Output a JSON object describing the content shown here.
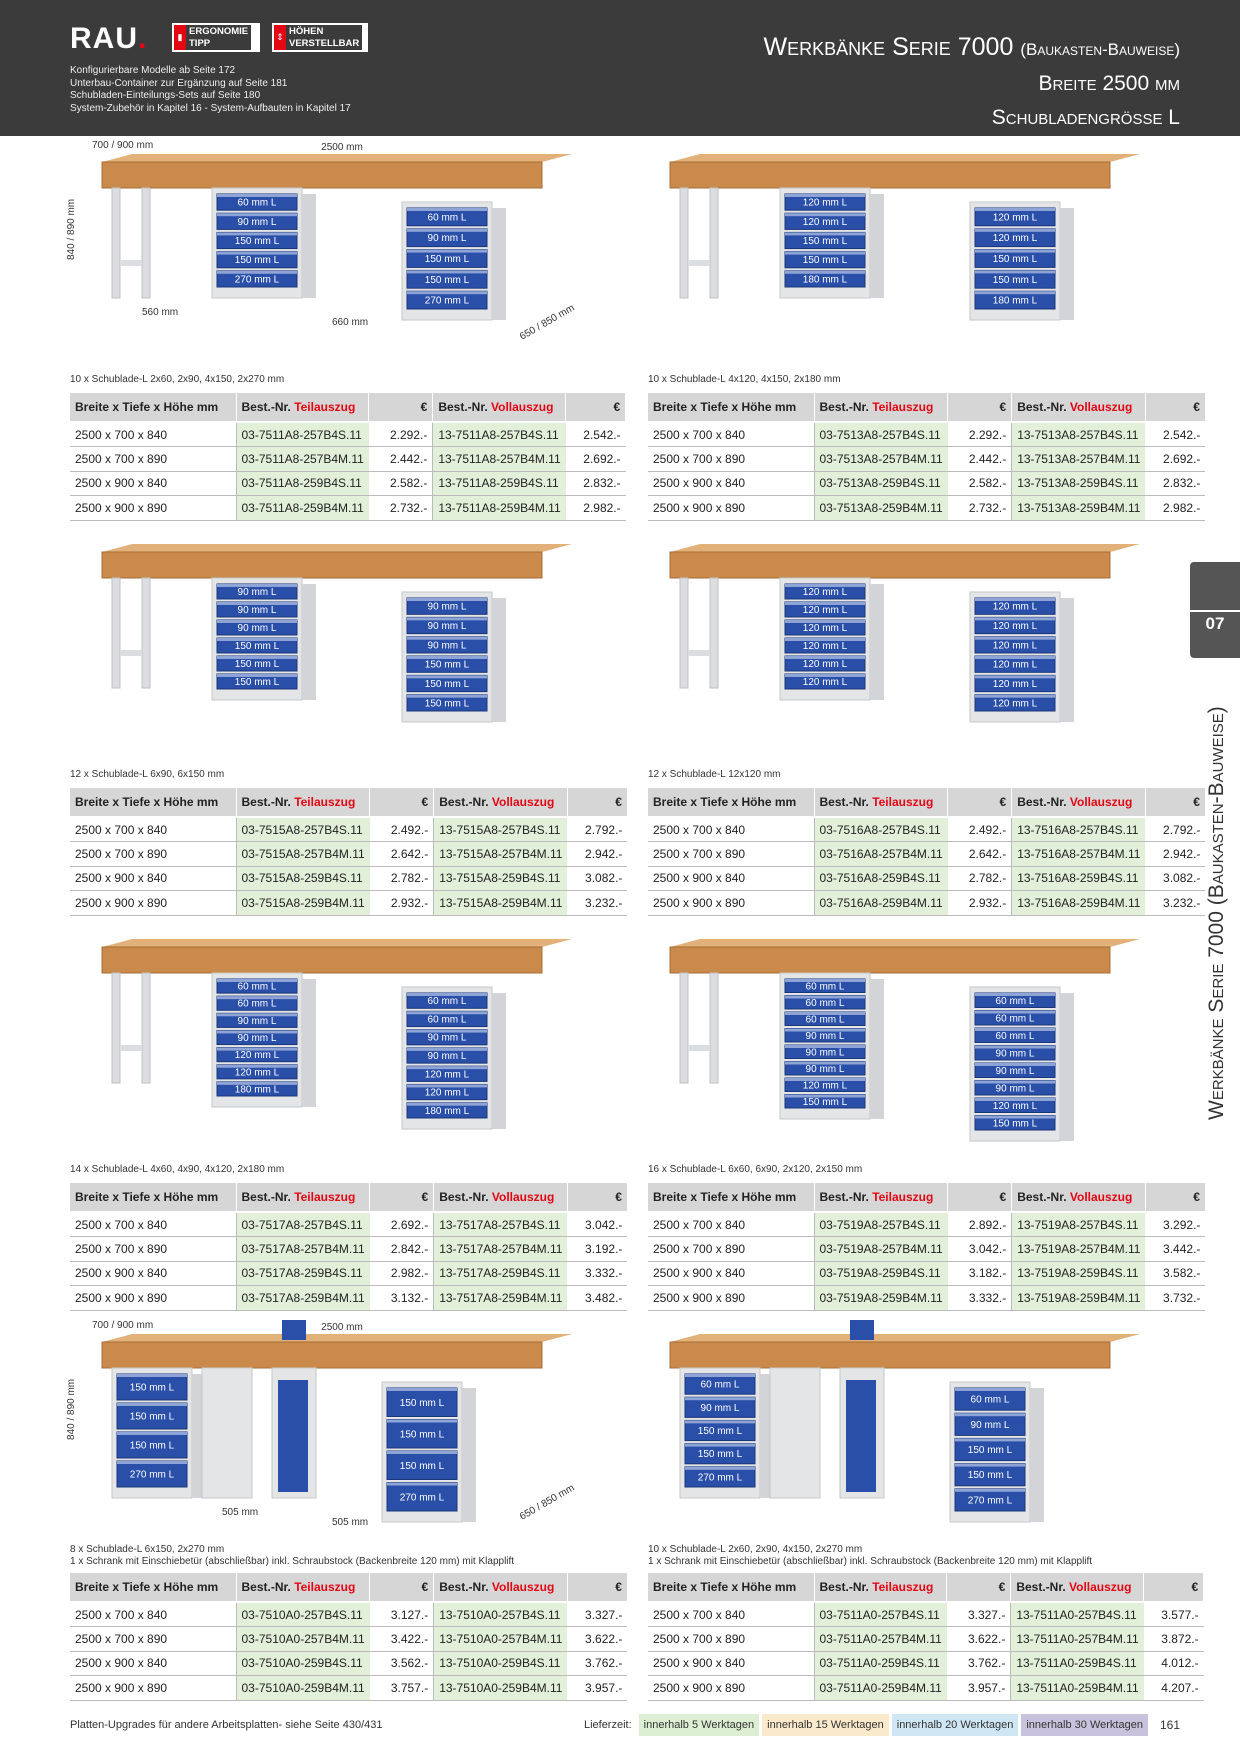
{
  "header": {
    "logo": "RAU",
    "badge1": [
      "ERGONOMIE",
      "TIPP"
    ],
    "badge2": [
      "HÖHEN",
      "VERSTELLBAR"
    ],
    "notes": [
      "Konfigurierbare Modelle ab Seite 172",
      "Unterbau-Container zur Ergänzung auf Seite 181",
      "Schubladen-Einteilungs-Sets auf Seite 180",
      "System-Zubehör in Kapitel 16 - System-Aufbauten in Kapitel 17"
    ],
    "title_main": "Werkbänke Serie 7000",
    "title_paren": "(Baukasten-Bauweise)",
    "title_line2": "Breite 2500 mm",
    "title_line3": "Schubladengrösse L"
  },
  "side": {
    "tab": "07",
    "vertical_title": "Werkbänke Serie 7000 (Baukasten-Bauweise)"
  },
  "columns": {
    "size": "Breite x Tiefe x Höhe mm",
    "best": "Best.-Nr.",
    "teil": "Teilauszug",
    "voll": "Vollauszug",
    "eur": "€"
  },
  "sizes": [
    "2500 x 700 x 840",
    "2500 x 700 x 890",
    "2500 x 900 x 840",
    "2500 x 900 x 890"
  ],
  "dimensions": {
    "w": "2500 mm",
    "d": "700 / 900 mm",
    "h": "840 / 890 mm",
    "leg": "560 mm",
    "gap": "660 mm",
    "depth": "650 / 850 mm",
    "gap2": "505 mm"
  },
  "products": [
    {
      "caption": [
        "10 x Schublade-L 2x60, 2x90, 4x150, 2x270 mm"
      ],
      "left": [
        [
          "60 mm L",
          "90 mm L",
          "150 mm L",
          "150 mm L",
          "270 mm L"
        ]
      ],
      "right": [
        [
          "60 mm L",
          "90 mm L",
          "150 mm L",
          "150 mm L",
          "270 mm L"
        ]
      ],
      "rows": [
        [
          "03-7511A8-257B4S.11",
          "2.292.-",
          "13-7511A8-257B4S.11",
          "2.542.-"
        ],
        [
          "03-7511A8-257B4M.11",
          "2.442.-",
          "13-7511A8-257B4M.11",
          "2.692.-"
        ],
        [
          "03-7511A8-259B4S.11",
          "2.582.-",
          "13-7511A8-259B4S.11",
          "2.832.-"
        ],
        [
          "03-7511A8-259B4M.11",
          "2.732.-",
          "13-7511A8-259B4M.11",
          "2.982.-"
        ]
      ]
    },
    {
      "caption": [
        "10 x Schublade-L 4x120, 4x150, 2x180 mm"
      ],
      "left": [
        [
          "120 mm L",
          "120 mm L",
          "150 mm L",
          "150 mm L",
          "180 mm L"
        ]
      ],
      "right": [
        [
          "120 mm L",
          "120 mm L",
          "150 mm L",
          "150 mm L",
          "180 mm L"
        ]
      ],
      "rows": [
        [
          "03-7513A8-257B4S.11",
          "2.292.-",
          "13-7513A8-257B4S.11",
          "2.542.-"
        ],
        [
          "03-7513A8-257B4M.11",
          "2.442.-",
          "13-7513A8-257B4M.11",
          "2.692.-"
        ],
        [
          "03-7513A8-259B4S.11",
          "2.582.-",
          "13-7513A8-259B4S.11",
          "2.832.-"
        ],
        [
          "03-7513A8-259B4M.11",
          "2.732.-",
          "13-7513A8-259B4M.11",
          "2.982.-"
        ]
      ]
    },
    {
      "caption": [
        "12 x Schublade-L 6x90, 6x150 mm"
      ],
      "left": [
        [
          "90 mm L",
          "90 mm L",
          "90 mm L",
          "150 mm L",
          "150 mm L",
          "150 mm L"
        ]
      ],
      "right": [
        [
          "90 mm L",
          "90 mm L",
          "90 mm L",
          "150 mm L",
          "150 mm L",
          "150 mm L"
        ]
      ],
      "rows": [
        [
          "03-7515A8-257B4S.11",
          "2.492.-",
          "13-7515A8-257B4S.11",
          "2.792.-"
        ],
        [
          "03-7515A8-257B4M.11",
          "2.642.-",
          "13-7515A8-257B4M.11",
          "2.942.-"
        ],
        [
          "03-7515A8-259B4S.11",
          "2.782.-",
          "13-7515A8-259B4S.11",
          "3.082.-"
        ],
        [
          "03-7515A8-259B4M.11",
          "2.932.-",
          "13-7515A8-259B4M.11",
          "3.232.-"
        ]
      ]
    },
    {
      "caption": [
        "12 x Schublade-L 12x120 mm"
      ],
      "left": [
        [
          "120 mm L",
          "120 mm L",
          "120 mm L",
          "120 mm L",
          "120 mm L",
          "120 mm L"
        ]
      ],
      "right": [
        [
          "120 mm L",
          "120 mm L",
          "120 mm L",
          "120 mm L",
          "120 mm L",
          "120 mm L"
        ]
      ],
      "rows": [
        [
          "03-7516A8-257B4S.11",
          "2.492.-",
          "13-7516A8-257B4S.11",
          "2.792.-"
        ],
        [
          "03-7516A8-257B4M.11",
          "2.642.-",
          "13-7516A8-257B4M.11",
          "2.942.-"
        ],
        [
          "03-7516A8-259B4S.11",
          "2.782.-",
          "13-7516A8-259B4S.11",
          "3.082.-"
        ],
        [
          "03-7516A8-259B4M.11",
          "2.932.-",
          "13-7516A8-259B4M.11",
          "3.232.-"
        ]
      ]
    },
    {
      "caption": [
        "14 x Schublade-L 4x60, 4x90, 4x120, 2x180 mm"
      ],
      "left": [
        [
          "60 mm L",
          "60 mm L",
          "90 mm L",
          "90 mm L",
          "120 mm L",
          "120 mm L",
          "180 mm L"
        ]
      ],
      "right": [
        [
          "60 mm L",
          "60 mm L",
          "90 mm L",
          "90 mm L",
          "120 mm L",
          "120 mm L",
          "180 mm L"
        ]
      ],
      "rows": [
        [
          "03-7517A8-257B4S.11",
          "2.692.-",
          "13-7517A8-257B4S.11",
          "3.042.-"
        ],
        [
          "03-7517A8-257B4M.11",
          "2.842.-",
          "13-7517A8-257B4M.11",
          "3.192.-"
        ],
        [
          "03-7517A8-259B4S.11",
          "2.982.-",
          "13-7517A8-259B4S.11",
          "3.332.-"
        ],
        [
          "03-7517A8-259B4M.11",
          "3.132.-",
          "13-7517A8-259B4M.11",
          "3.482.-"
        ]
      ]
    },
    {
      "caption": [
        "16 x Schublade-L 6x60, 6x90, 2x120, 2x150 mm"
      ],
      "left": [
        [
          "60 mm L",
          "60 mm L",
          "60 mm L",
          "90 mm L",
          "90 mm L",
          "90 mm L",
          "120 mm L",
          "150 mm L"
        ]
      ],
      "right": [
        [
          "60 mm L",
          "60 mm L",
          "60 mm L",
          "90 mm L",
          "90 mm L",
          "90 mm L",
          "120 mm L",
          "150 mm L"
        ]
      ],
      "rows": [
        [
          "03-7519A8-257B4S.11",
          "2.892.-",
          "13-7519A8-257B4S.11",
          "3.292.-"
        ],
        [
          "03-7519A8-257B4M.11",
          "3.042.-",
          "13-7519A8-257B4M.11",
          "3.442.-"
        ],
        [
          "03-7519A8-259B4S.11",
          "3.182.-",
          "13-7519A8-259B4S.11",
          "3.582.-"
        ],
        [
          "03-7519A8-259B4M.11",
          "3.332.-",
          "13-7519A8-259B4M.11",
          "3.732.-"
        ]
      ]
    },
    {
      "caption": [
        "8 x Schublade-L 6x150, 2x270 mm",
        "1 x Schrank mit Einschiebetür (abschließbar) inkl. Schraubstock (Backenbreite 120 mm) mit Klapplift"
      ],
      "left": [
        [
          "150 mm L",
          "150 mm L",
          "150 mm L",
          "270 mm L"
        ]
      ],
      "right": [
        [
          "150 mm L",
          "150 mm L",
          "150 mm L",
          "270 mm L"
        ]
      ],
      "rows": [
        [
          "03-7510A0-257B4S.11",
          "3.127.-",
          "13-7510A0-257B4S.11",
          "3.327.-"
        ],
        [
          "03-7510A0-257B4M.11",
          "3.422.-",
          "13-7510A0-257B4M.11",
          "3.622.-"
        ],
        [
          "03-7510A0-259B4S.11",
          "3.562.-",
          "13-7510A0-259B4S.11",
          "3.762.-"
        ],
        [
          "03-7510A0-259B4M.11",
          "3.757.-",
          "13-7510A0-259B4M.11",
          "3.957.-"
        ]
      ]
    },
    {
      "caption": [
        "10 x Schublade-L 2x60, 2x90, 4x150, 2x270 mm",
        "1 x Schrank mit Einschiebetür (abschließbar) inkl. Schraubstock (Backenbreite 120 mm) mit Klapplift"
      ],
      "left": [
        [
          "60 mm L",
          "90 mm L",
          "150 mm L",
          "150 mm L",
          "270 mm L"
        ]
      ],
      "right": [
        [
          "60 mm L",
          "90 mm L",
          "150 mm L",
          "150 mm L",
          "270 mm L"
        ]
      ],
      "rows": [
        [
          "03-7511A0-257B4S.11",
          "3.327.-",
          "13-7511A0-257B4S.11",
          "3.577.-"
        ],
        [
          "03-7511A0-257B4M.11",
          "3.622.-",
          "13-7511A0-257B4M.11",
          "3.872.-"
        ],
        [
          "03-7511A0-259B4S.11",
          "3.762.-",
          "13-7511A0-259B4S.11",
          "4.012.-"
        ],
        [
          "03-7511A0-259B4M.11",
          "3.957.-",
          "13-7511A0-259B4M.11",
          "4.207.-"
        ]
      ]
    }
  ],
  "footer": {
    "note": "Platten-Upgrades für andere Arbeitsplatten- siehe Seite 430/431",
    "delivery_label": "Lieferzeit:",
    "chips": [
      {
        "text": "innerhalb 5 Werktagen",
        "color": "#dcefd2"
      },
      {
        "text": "innerhalb 15 Werktagen",
        "color": "#fbe9cc"
      },
      {
        "text": "innerhalb 20 Werktagen",
        "color": "#cfe6f5"
      },
      {
        "text": "innerhalb 30 Werktagen",
        "color": "#c9c2dc"
      }
    ],
    "page": "161"
  },
  "colors": {
    "header_bg": "#3b3b3b",
    "accent_red": "#e30613",
    "drawer_blue": "#2a4fa8",
    "cabinet_grey": "#e4e5e7",
    "wood": "#c98a4b",
    "code_green": "#e2f0d9"
  }
}
